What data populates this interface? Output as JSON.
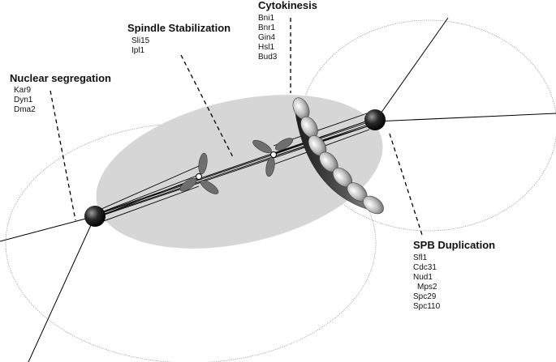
{
  "groups": {
    "nuclear_segregation": {
      "title": "Nuclear segregation",
      "genes": [
        "Kar9",
        "Dyn1",
        "Dma2"
      ]
    },
    "spindle_stabilization": {
      "title": "Spindle Stabilization",
      "genes": [
        "Sli15",
        "Ipl1"
      ]
    },
    "cytokinesis": {
      "title": "Cytokinesis",
      "genes": [
        "Bni1",
        "Bnr1",
        "Gin4",
        "Hsl1",
        "Bud3"
      ]
    },
    "spb_duplication": {
      "title": "SPB Duplication",
      "genes": [
        "Sfl1",
        "Cdc31",
        "Nud1",
        "Mps2",
        "Spc29",
        "Spc110"
      ]
    }
  },
  "colors": {
    "nucleus_fill": "#d6d6d6",
    "cell_outline": "#9a9a9a",
    "line": "#000000",
    "spb": "#111111",
    "kinetochore_blade": "#6e6e6e",
    "septin_ring": "#3a3a3a",
    "septin_bead": "#cfcfcf"
  },
  "icons": [
    "spindle-pole-body-icon",
    "kinetochore-icon",
    "septin-ring-icon"
  ]
}
